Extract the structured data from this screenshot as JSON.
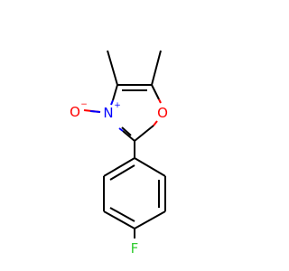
{
  "molecule": {
    "atoms": {
      "oxide_oxygen": "O",
      "oxide_charge": "−",
      "ring_nitrogen": "N",
      "nitrogen_charge": "+",
      "ring_oxygen": "O",
      "fluorine": "F"
    },
    "colors": {
      "bond": "#000000",
      "nitrogen": "#0000ff",
      "oxygen": "#ff0000",
      "fluorine": "#33cc33",
      "background": "#ffffff"
    }
  }
}
